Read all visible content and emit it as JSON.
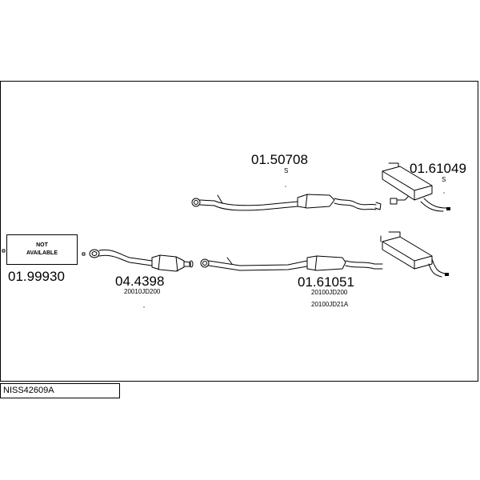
{
  "diagram": {
    "reference": "NISS42609A",
    "not_available_box": {
      "line1": "NOT",
      "line2": "AVAILABLE"
    },
    "parts": [
      {
        "number": "01.99930"
      },
      {
        "number": "04.4398",
        "codes": [
          "20010JD200"
        ]
      },
      {
        "number": "01.61051",
        "codes": [
          "20100JD200",
          "20100JD21A"
        ]
      },
      {
        "number": "01.50708",
        "suffix": "S"
      },
      {
        "number": "01.61049",
        "suffix": "S"
      }
    ]
  }
}
